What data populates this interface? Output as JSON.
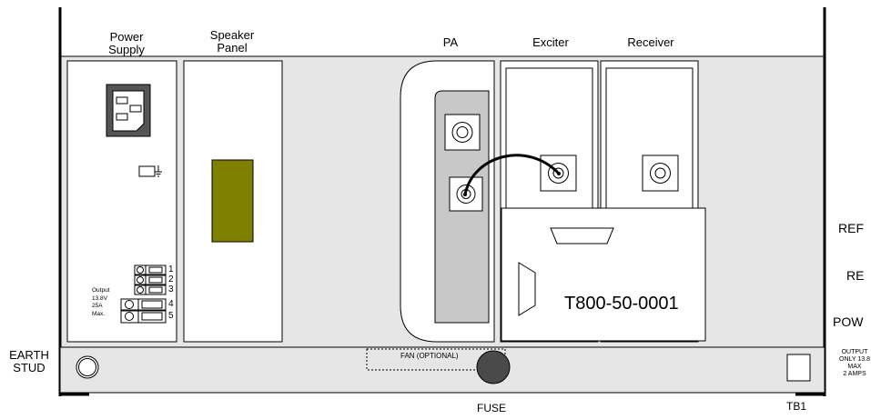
{
  "headers": {
    "power_supply": [
      "Power",
      "Supply"
    ],
    "speaker_panel": [
      "Speaker",
      "Panel"
    ],
    "pa": "PA",
    "exciter": "Exciter",
    "receiver": "Receiver"
  },
  "power_supply": {
    "output_label": [
      "Output",
      "13.8V",
      "25A",
      "Max."
    ],
    "terminals": [
      "1",
      "2",
      "3",
      "4",
      "5"
    ]
  },
  "exciter_module": {
    "part_number": "T800-50-0001"
  },
  "bottom": {
    "earth_stud": [
      "EARTH",
      "STUD"
    ],
    "fan": "FAN (OPTIONAL)",
    "fuse": "FUSE",
    "tb1": "TB1"
  },
  "right_edge_labels": {
    "ref": "REF",
    "re": "RE",
    "pow": "POW",
    "output_note": [
      "OUTPUT",
      "ONLY 13.8",
      "MAX",
      "2 AMPS"
    ]
  },
  "colors": {
    "speaker_grille": "#808000",
    "chassis_fill": "#e6e6e6",
    "pa_heatsink": "#c8c8c8",
    "fuse": "#4a4a4a",
    "power_inlet": "#555555"
  }
}
